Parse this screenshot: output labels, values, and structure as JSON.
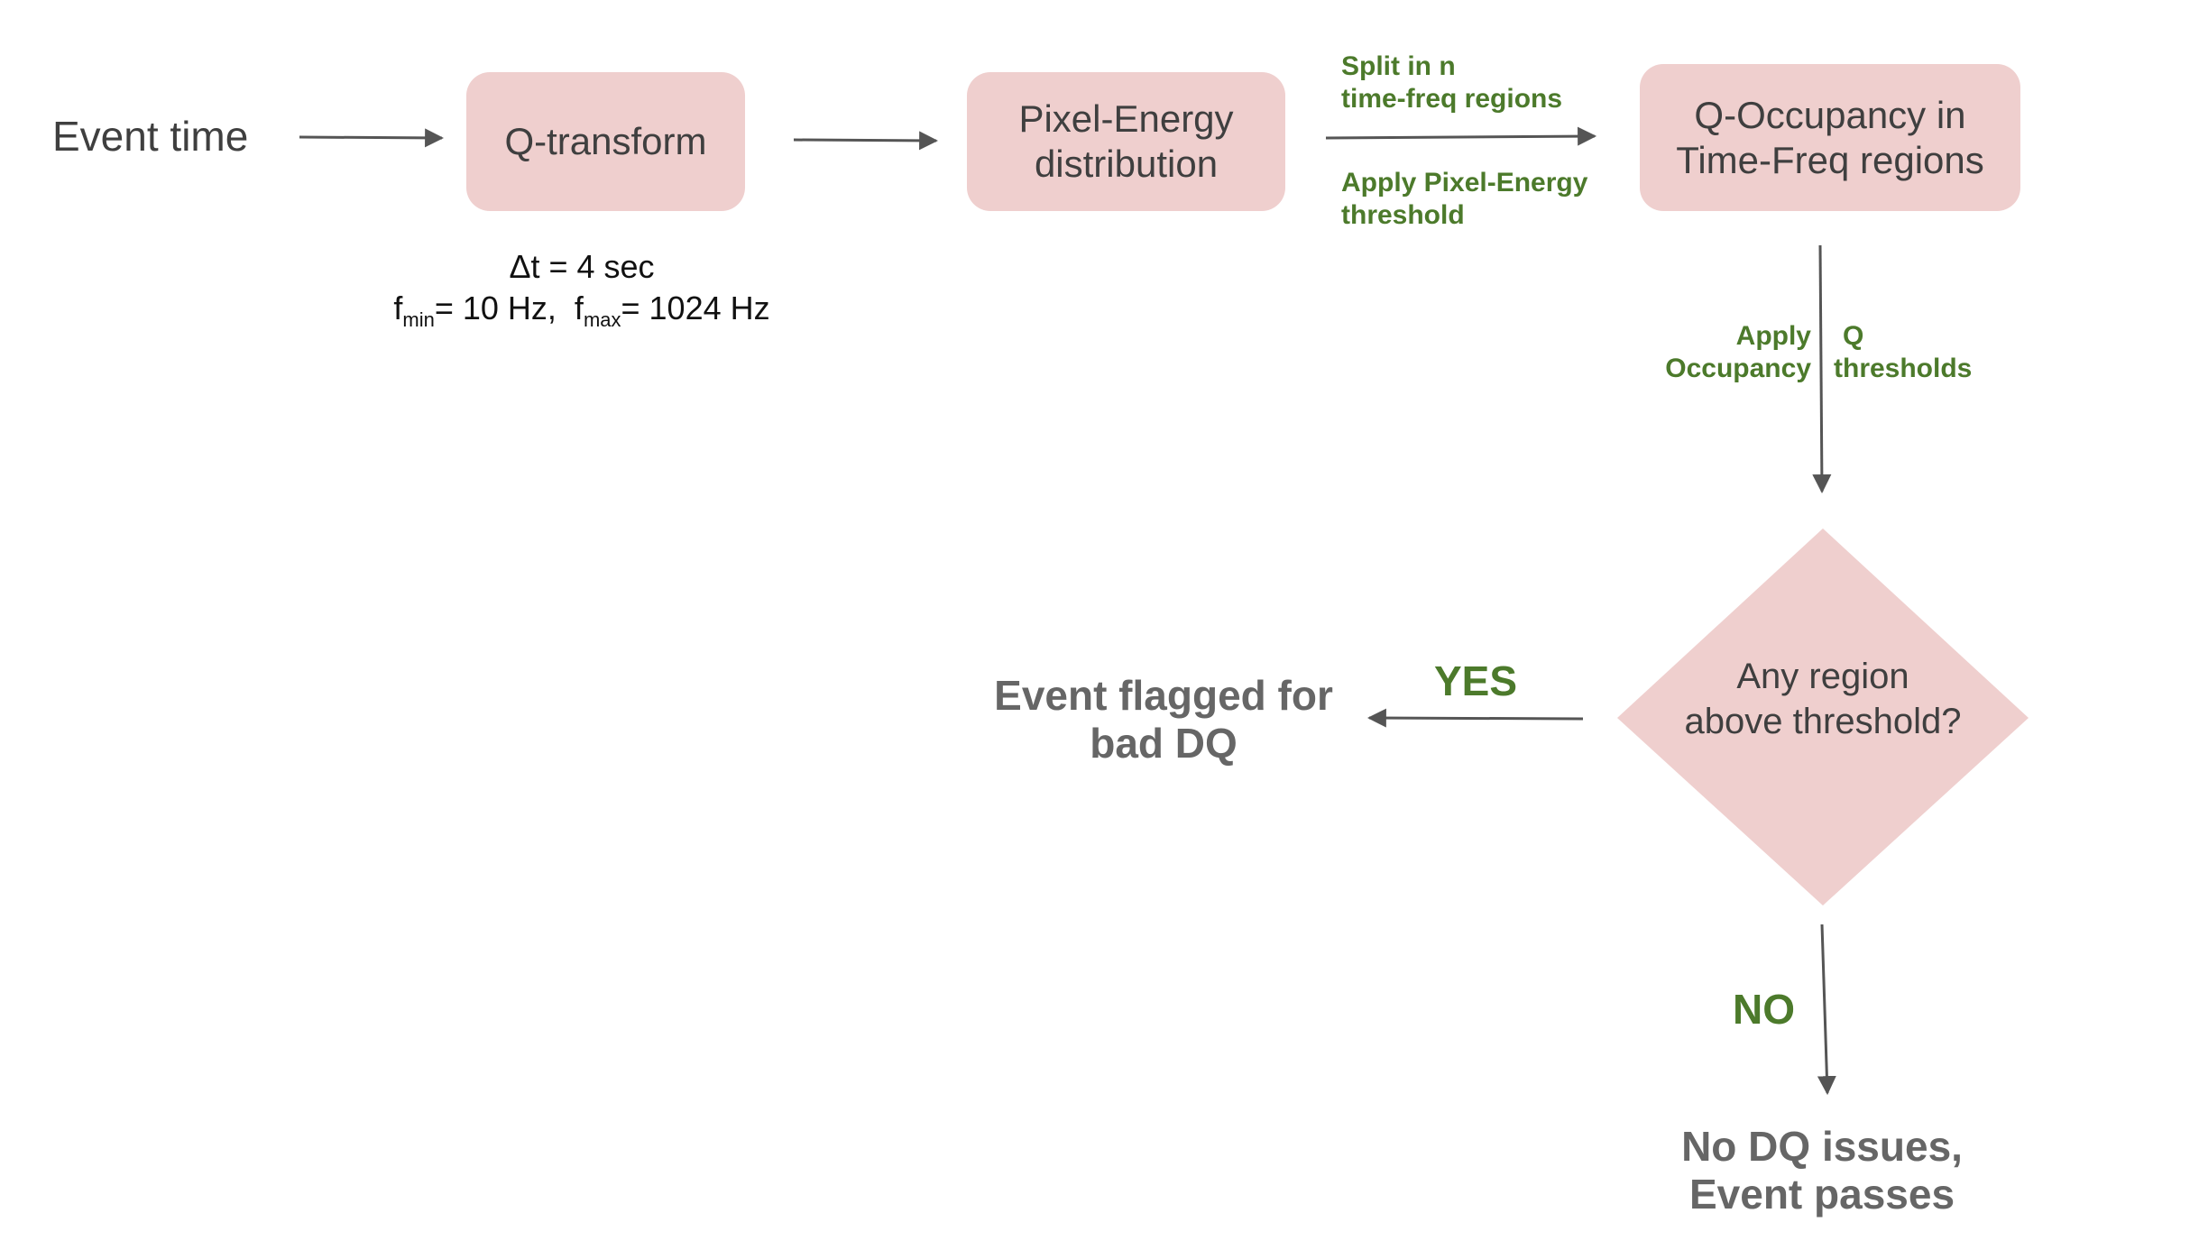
{
  "nodes": {
    "event_time": "Event time",
    "q_transform": "Q-transform",
    "pixel_energy": [
      "Pixel-Energy",
      "distribution"
    ],
    "q_occupancy": [
      "Q-Occupancy in",
      "Time-Freq regions"
    ],
    "decision": [
      "Any region",
      "above threshold?"
    ],
    "flagged": [
      "Event flagged for",
      "bad DQ"
    ],
    "passes": [
      "No DQ issues,",
      "Event passes"
    ]
  },
  "params": {
    "dt": "Δt = 4 sec",
    "fmin_label": "f",
    "fmin_sub": "min",
    "fmin_value": "= 10 Hz,",
    "fmax_label": "f",
    "fmax_sub": "max",
    "fmax_value": "= 1024 Hz"
  },
  "edge_labels": {
    "split": [
      "Split in n",
      "time-freq regions"
    ],
    "apply_pixel": [
      "Apply Pixel-Energy",
      "threshold"
    ],
    "apply_occ_left": [
      "Apply",
      "Occupancy"
    ],
    "apply_occ_right": [
      "Q",
      "thresholds"
    ],
    "yes": "YES",
    "no": "NO"
  },
  "colors": {
    "box_fill": "#efcfce",
    "label_green": "#4c7a2b",
    "arrow": "#555555",
    "outcome_text": "#666666"
  }
}
